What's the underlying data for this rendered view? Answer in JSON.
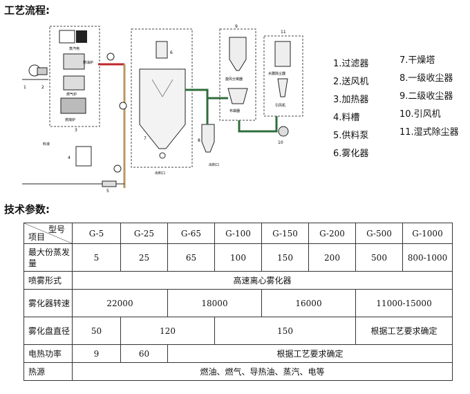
{
  "headings": {
    "process": "工艺流程:",
    "params": "技术参数:"
  },
  "diagram": {
    "numbers": [
      "1",
      "2",
      "3",
      "4",
      "5",
      "6",
      "7",
      "8",
      "9",
      "10",
      "11"
    ],
    "labels": {
      "steam": "蒸汽电",
      "fuel_oil": "燃油炉",
      "gas": "燃气炉",
      "coal": "燃煤炉",
      "feed": "料液",
      "outlet1": "出料口",
      "outlet2": "出料口",
      "cyclone2": "旋风分离器",
      "bag": "布袋器",
      "wet": "水膜除尘器",
      "fan": "引风机"
    }
  },
  "legend": {
    "left": [
      "1.过滤器",
      "2.送风机",
      "3.加热器",
      "4.料槽",
      "5.供料泵",
      "6.雾化器"
    ],
    "right": [
      "7.干燥塔",
      "8.一级收尘器",
      "9.二级收尘器",
      "10.引风机",
      "11.湿式除尘器"
    ]
  },
  "table": {
    "corner_top": "型号",
    "corner_bottom": "项目",
    "models": [
      "G-5",
      "G-25",
      "G-65",
      "G-100",
      "G-150",
      "G-200",
      "G-500",
      "G-1000"
    ],
    "rows": {
      "evap": {
        "label": "最大份蒸发量",
        "values": [
          "5",
          "25",
          "65",
          "100",
          "150",
          "200",
          "500",
          "800-1000"
        ]
      },
      "spray": {
        "label": "喷雾形式",
        "value": "高速离心雾化器"
      },
      "speed": {
        "label": "雾化器转速",
        "values": [
          "22000",
          "18000",
          "16000",
          "11000-15000"
        ]
      },
      "disc": {
        "label": "雾化盘直径",
        "values": [
          "50",
          "120",
          "150",
          "根据工艺要求确定"
        ]
      },
      "power": {
        "label": "电热功率",
        "values": [
          "9",
          "60",
          "根据工艺要求确定"
        ]
      },
      "heat": {
        "label": "热源",
        "value": "燃油、燃气、导热油、蒸汽、电等"
      }
    }
  }
}
